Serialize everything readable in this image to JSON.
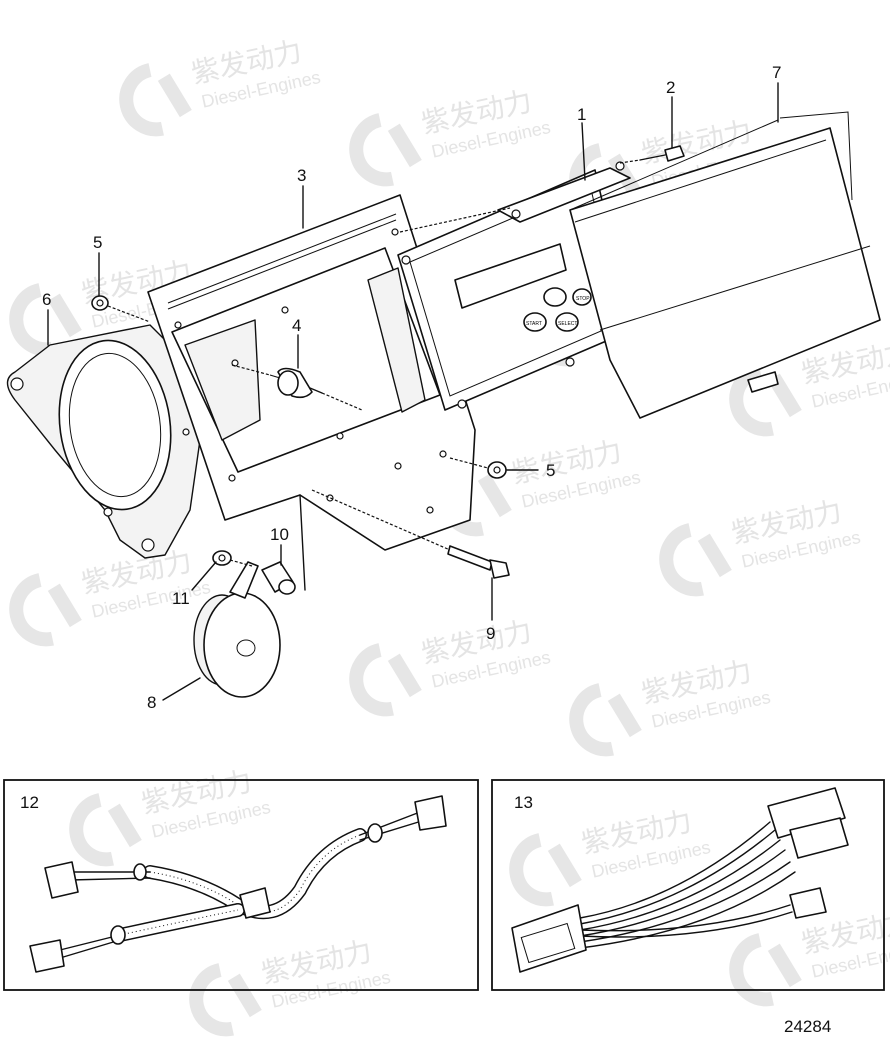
{
  "watermark": {
    "brand_cn": "紫发动力",
    "brand_en": "Diesel-Engines"
  },
  "callouts": {
    "p1": "1",
    "p2": "2",
    "p3": "3",
    "p4": "4",
    "p5a": "5",
    "p5b": "5",
    "p6": "6",
    "p7": "7",
    "p8": "8",
    "p9": "9",
    "p10": "10",
    "p11": "11"
  },
  "panels": {
    "left_label": "12",
    "right_label": "13"
  },
  "display_buttons": {
    "start": "START",
    "stop": "STOP",
    "select": "SELECT"
  },
  "figure_number": "24284"
}
